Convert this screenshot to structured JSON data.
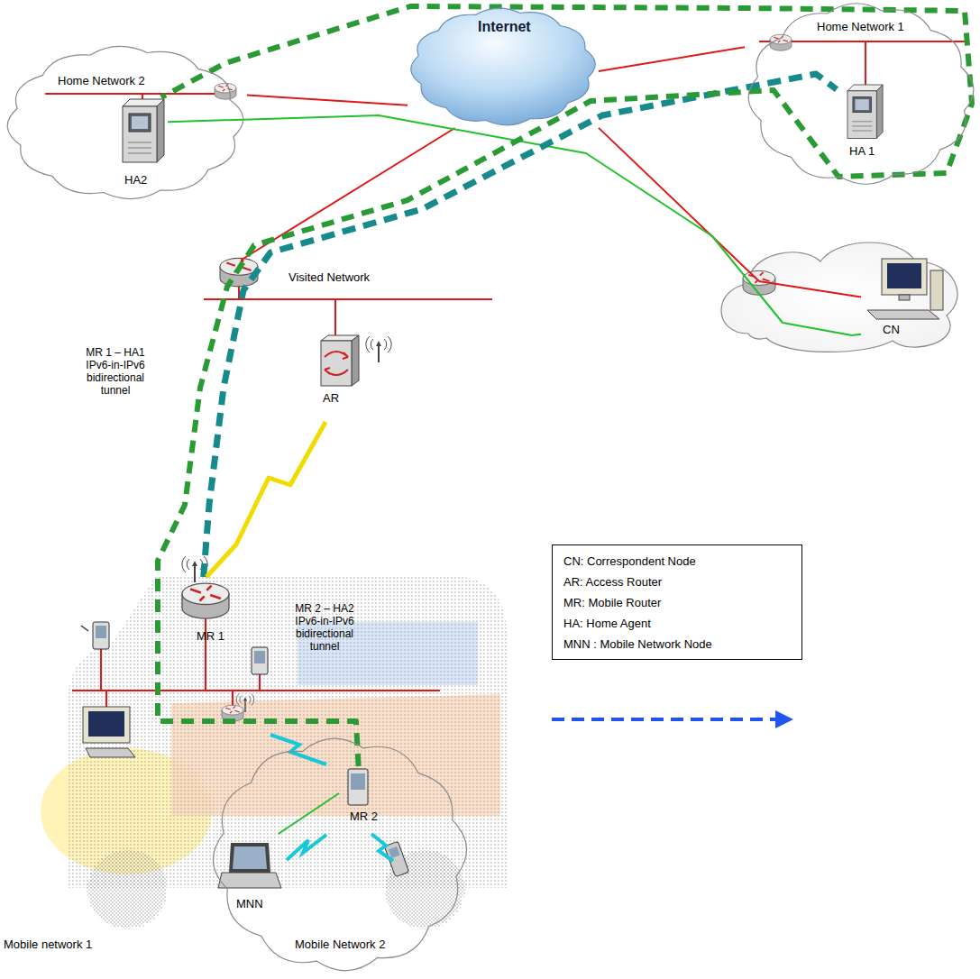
{
  "diagram": {
    "nodes": [
      {
        "text": [
          "Home Network 2"
        ]
      },
      {
        "text": [
          "HA2"
        ],
        "in": 0
      },
      {
        "text": [
          "Internet"
        ]
      },
      {
        "text": [
          "Home Network 1"
        ]
      },
      {
        "text": [
          "HA 1"
        ],
        "in": 3
      },
      {
        "text": [
          "CN"
        ]
      },
      {
        "text": [
          "Visited Network"
        ]
      },
      {
        "text": [
          "AR"
        ]
      },
      {
        "text": [
          "Mobile network 1"
        ]
      },
      {
        "text": [
          "MR 1"
        ],
        "in": 8
      },
      {
        "text": [
          "Mobile Network 2"
        ],
        "in": 8
      },
      {
        "text": [
          "MR 2"
        ],
        "in": 10
      },
      {
        "text": [
          "MNN"
        ],
        "in": 10
      },
      {
        "text": [
          "CN: Correspondent Node",
          "AR: Access Router",
          "MR: Mobile Router",
          "HA: Home Agent",
          "MNN : Mobile Network Node"
        ]
      }
    ],
    "edges": [
      {
        "from": 0,
        "to": 2,
        "arrow": "none"
      },
      {
        "from": 2,
        "to": 3,
        "arrow": "none"
      },
      {
        "from": 2,
        "to": 6,
        "arrow": "none"
      },
      {
        "from": 2,
        "to": 5,
        "arrow": "none"
      },
      {
        "from": 1,
        "to": 5,
        "arrow": "none"
      },
      {
        "from": 9,
        "to": 4,
        "arrow": "none"
      },
      {
        "from": 11,
        "to": 1,
        "arrow": "none"
      },
      {
        "from": 7,
        "to": 9,
        "arrow": "none"
      },
      {
        "from": 12,
        "to": 11,
        "arrow": "none"
      }
    ],
    "labels": [
      "MR 1 – HA1 IPv6-in-IPv6 bidirectional tunnel",
      "MR 2 – HA2 IPv6-in-IPv6 bidirectional tunnel"
    ]
  }
}
